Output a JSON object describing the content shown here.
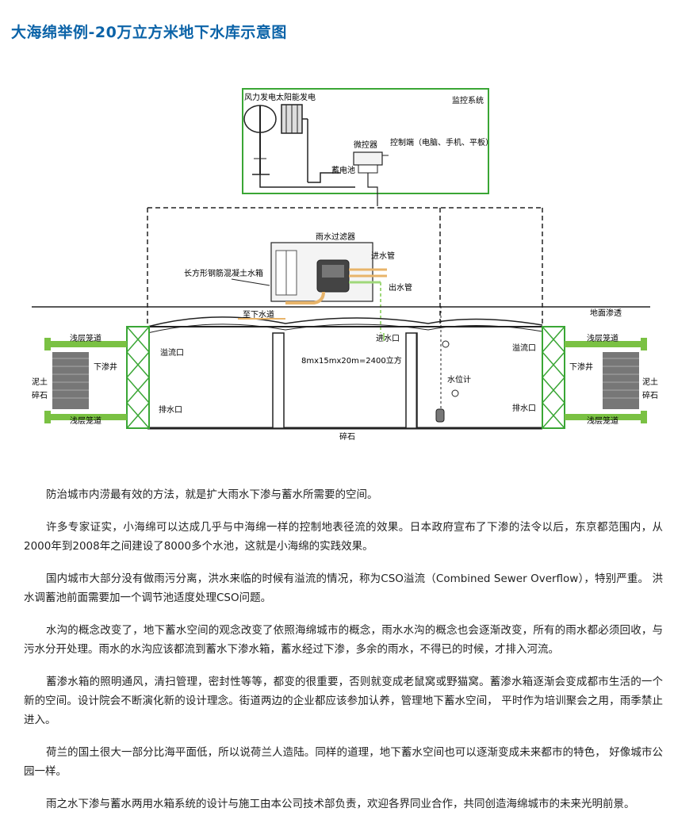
{
  "page": {
    "title": "大海绵举例-20万立方米地下水库示意图"
  },
  "diagram": {
    "labels": {
      "wind": "风力发电",
      "solar": "太阳能发电",
      "monitor": "监控系统",
      "micro": "微控器",
      "terminal": "控制端（电脑、手机、平板）",
      "battery": "蓄电池",
      "filter": "雨水过滤器",
      "inlet_pipe": "进水管",
      "outlet_pipe": "出水管",
      "tank": "长方形钢筋混凝土水箱",
      "to_sewer": "至下水道",
      "ground_seep": "地面渗透",
      "inlet_port": "进水口",
      "volume": "8mx15mx20m=2400立方",
      "overflow_left": "溢流口",
      "overflow_right": "溢流口",
      "drain_left": "排水口",
      "drain_right": "排水口",
      "level_meter": "水位计",
      "shallow_tl": "浅层笼道",
      "shallow_bl": "浅层笼道",
      "shallow_tr": "浅层笼道",
      "shallow_br": "浅层笼道",
      "seep_well_left": "下渗井",
      "seep_well_right": "下渗井",
      "soil_left_1": "泥土",
      "soil_left_2": "碎石",
      "soil_right_1": "泥土",
      "soil_right_2": "碎石",
      "gravel": "碎石"
    },
    "colors": {
      "green": "#7ac143",
      "frame": "#3aa635",
      "line": "#222222",
      "pipe": "#e8b46a",
      "lightpipe": "#9fd87a"
    }
  },
  "article": {
    "paragraphs": [
      "防治城市内涝最有效的方法，就是扩大雨水下渗与蓄水所需要的空间。",
      "许多专家证实，小海绵可以达成几乎与中海绵一样的控制地表径流的效果。日本政府宣布了下渗的法令以后，东京都范围内，从2000年到2008年之间建设了8000多个水池，这就是小海绵的实践效果。",
      "国内城市大部分没有做雨污分离，洪水来临的时候有溢流的情况，称为CSO溢流（Combined Sewer Overflow），特别严重。 洪水调蓄池前面需要加一个调节池适度处理CSO问题。",
      "水沟的概念改变了，地下蓄水空间的观念改变了依照海绵城市的概念，雨水水沟的概念也会逐渐改变，所有的雨水都必须回收，与污水分开处理。雨水的水沟应该都流到蓄水下渗水箱，蓄水经过下渗，多余的雨水，不得已的时候，才排入河流。",
      "蓄渗水箱的照明通风，清扫管理，密封性等等，都变的很重要，否则就变成老鼠窝或野猫窝。蓄渗水箱逐渐会变成都市生活的一个新的空间。设计院会不断演化新的设计理念。街道两边的企业都应该参加认养，管理地下蓄水空间，  平时作为培训聚会之用，雨季禁止进入。",
      "荷兰的国土很大一部分比海平面低，所以说荷兰人造陆。同样的道理，地下蓄水空间也可以逐渐变成未来都市的特色，  好像城市公园一样。",
      "雨之水下渗与蓄水两用水箱系统的设计与施工由本公司技术部负责，欢迎各界同业合作，共同创造海绵城市的未来光明前景。"
    ]
  }
}
